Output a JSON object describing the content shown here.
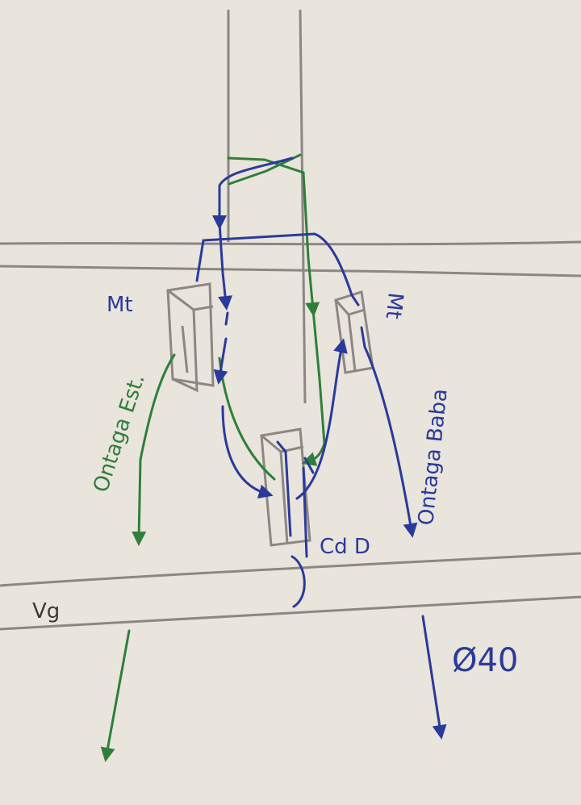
{
  "colors": {
    "paper": "#e9e4dc",
    "pencil": "#8c8782",
    "blue": "#2a3a9a",
    "green": "#2f7f3a"
  },
  "labels": {
    "mt_left": "Mt",
    "mt_right": "Mt",
    "output_left": "Ontaga Est.",
    "output_right": "Ontaga Baba",
    "cd": "Cd D",
    "vg": "Vg",
    "diameter": "Ø40"
  }
}
